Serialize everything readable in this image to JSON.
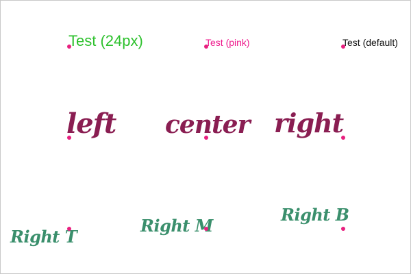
{
  "colors": {
    "green": "#2ec12e",
    "pink": "#ee1a8c",
    "black": "#111111",
    "maroon": "#8a1e52",
    "teal": "#3a8f6c",
    "dot": "#e8207f"
  },
  "top_row": {
    "sized": "Test (24px)",
    "pink": "Test (pink)",
    "default": "Test (default)"
  },
  "middle_row": {
    "left": "left",
    "center": "center",
    "right": "right"
  },
  "bottom_row": {
    "top": "Right T",
    "middle": "Right M",
    "bottom": "Right B"
  }
}
